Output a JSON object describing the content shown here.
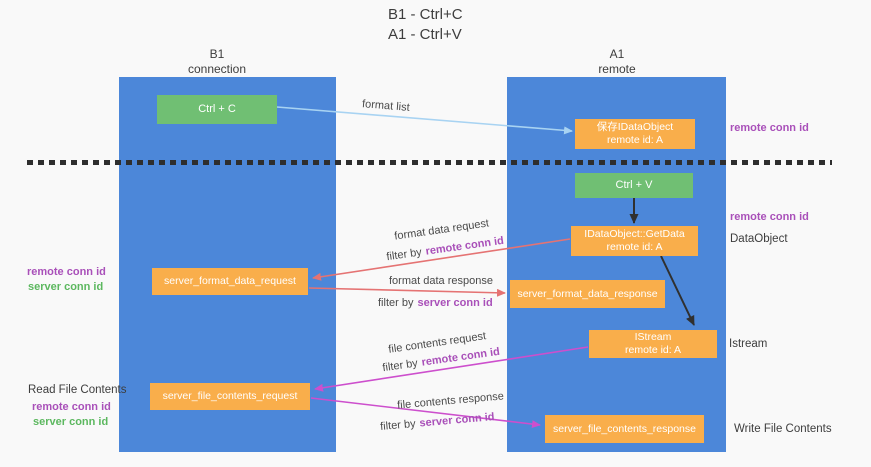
{
  "title": {
    "line1": "B1 - Ctrl+C",
    "line2": "A1 - Ctrl+V"
  },
  "columns": [
    {
      "name": "B1",
      "subtitle": "connection"
    },
    {
      "name": "A1",
      "subtitle": "remote"
    }
  ],
  "boxes": {
    "ctrl_c": {
      "label": "Ctrl + C"
    },
    "save_idataobject": {
      "line1": "保存IDataObject",
      "line2": "remote id: A"
    },
    "ctrl_v": {
      "label": "Ctrl + V"
    },
    "getdata": {
      "line1": "IDataObject::GetData",
      "line2": "remote id: A"
    },
    "format_request": {
      "label": "server_format_data_request"
    },
    "format_response": {
      "label": "server_format_data_response"
    },
    "istream": {
      "line1": "IStream",
      "line2": "remote id: A"
    },
    "file_request": {
      "label": "server_file_contents_request"
    },
    "file_response": {
      "label": "server_file_contents_response"
    }
  },
  "arrow_labels": {
    "format_list": "format list",
    "format_data_request": "format data request",
    "format_data_response": "format data response",
    "file_contents_request": "file contents request",
    "file_contents_response": "file contents response",
    "filter_prefix": "filter by",
    "remote_conn_id": "remote conn id",
    "server_conn_id": "server conn id"
  },
  "side_labels": {
    "remote_conn_id": "remote conn id",
    "server_conn_id": "server conn id",
    "read_file_contents": "Read File Contents",
    "write_file_contents": "Write File Contents",
    "data_object": "DataObject",
    "istream": "Istream"
  },
  "colors": {
    "column_blue": "#4c87d9",
    "box_green": "#70bf73",
    "box_orange": "#f9ae4b",
    "arrow_light_blue": "#a8d3f2",
    "arrow_red": "#e57373",
    "arrow_magenta": "#cd4fcd",
    "arrow_black": "#303030",
    "text_purple": "#a950b9",
    "text_green": "#5cb85f",
    "background": "#f9f9f9"
  }
}
